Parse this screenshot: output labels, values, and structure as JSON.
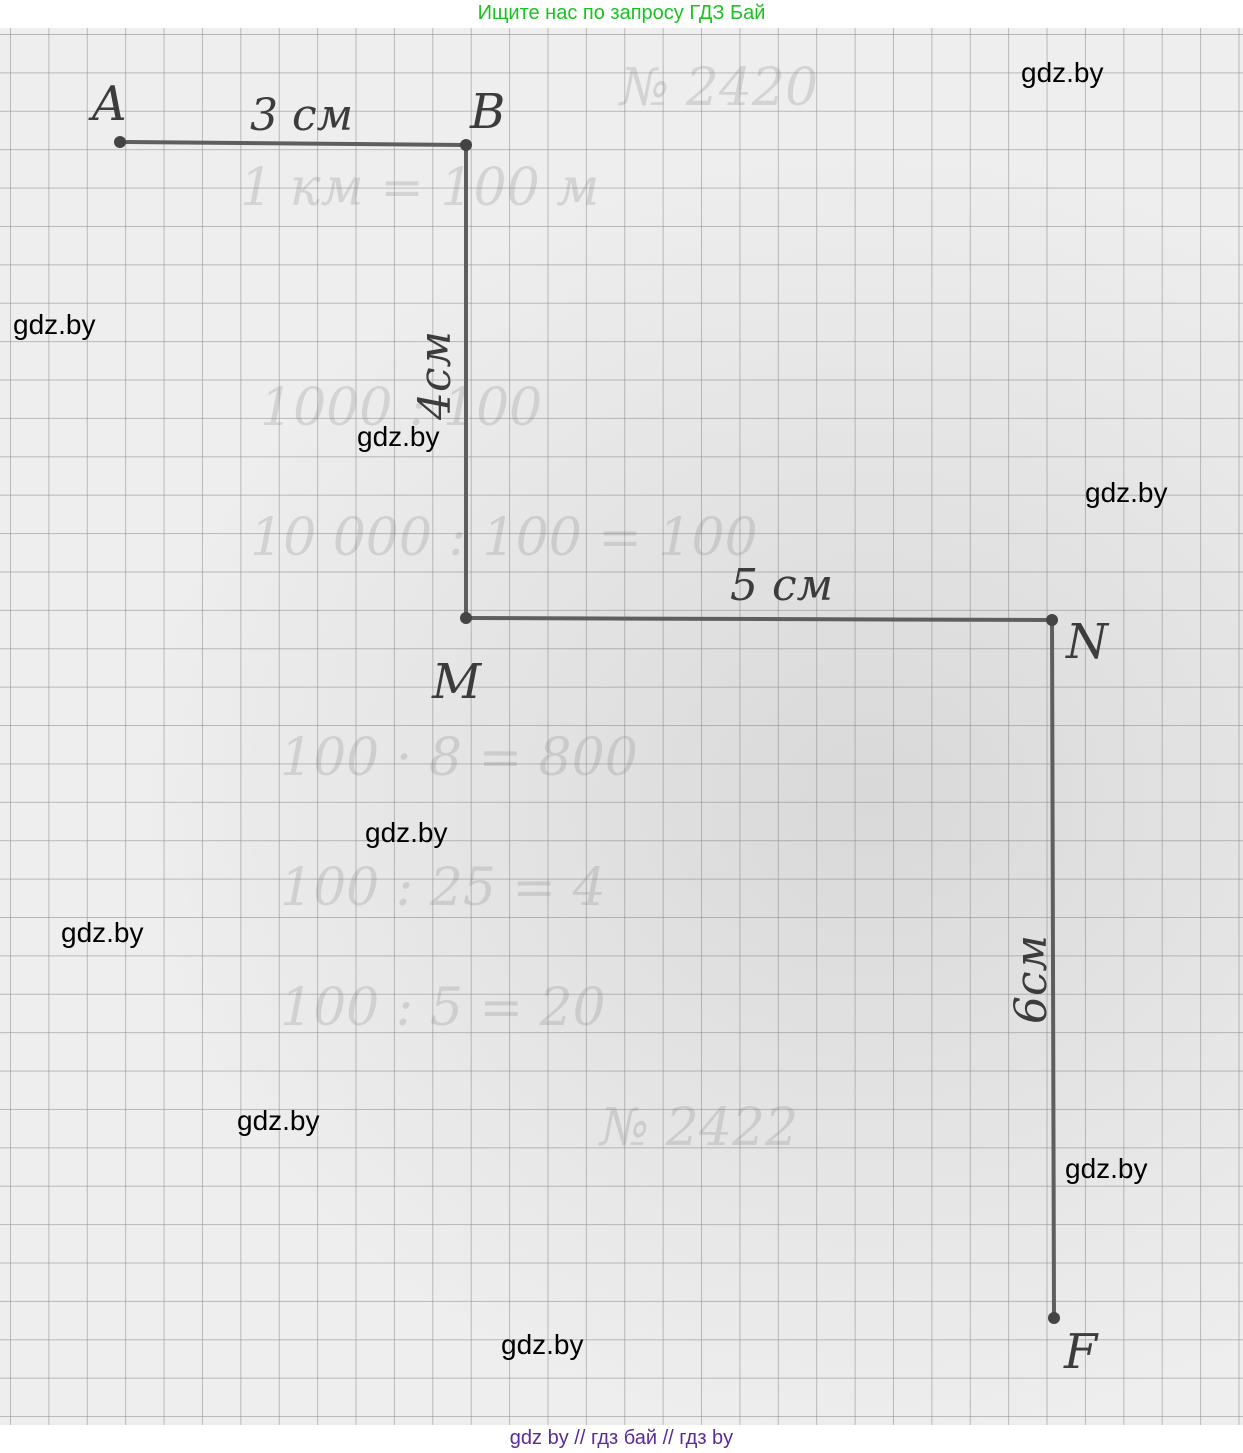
{
  "top_banner": {
    "text": "Ищите нас по запросу ГДЗ Бай",
    "color": "#19c31f"
  },
  "bottom_banner": {
    "text": "gdz by  //  гдз бай  //  гдз by",
    "color": "#5a2a9a"
  },
  "drawing": {
    "points": {
      "A": "A",
      "B": "B",
      "M": "M",
      "N": "N",
      "F": "F"
    },
    "segments": {
      "AB": "3 см",
      "BM": "4см",
      "MN": "5 см",
      "NF": "6см"
    },
    "line_color": "#5e5e5e"
  },
  "watermarks": [
    "gdz.by",
    "gdz.by",
    "gdz.by",
    "gdz.by",
    "gdz.by",
    "gdz.by",
    "gdz.by",
    "gdz.by",
    "gdz.by"
  ]
}
